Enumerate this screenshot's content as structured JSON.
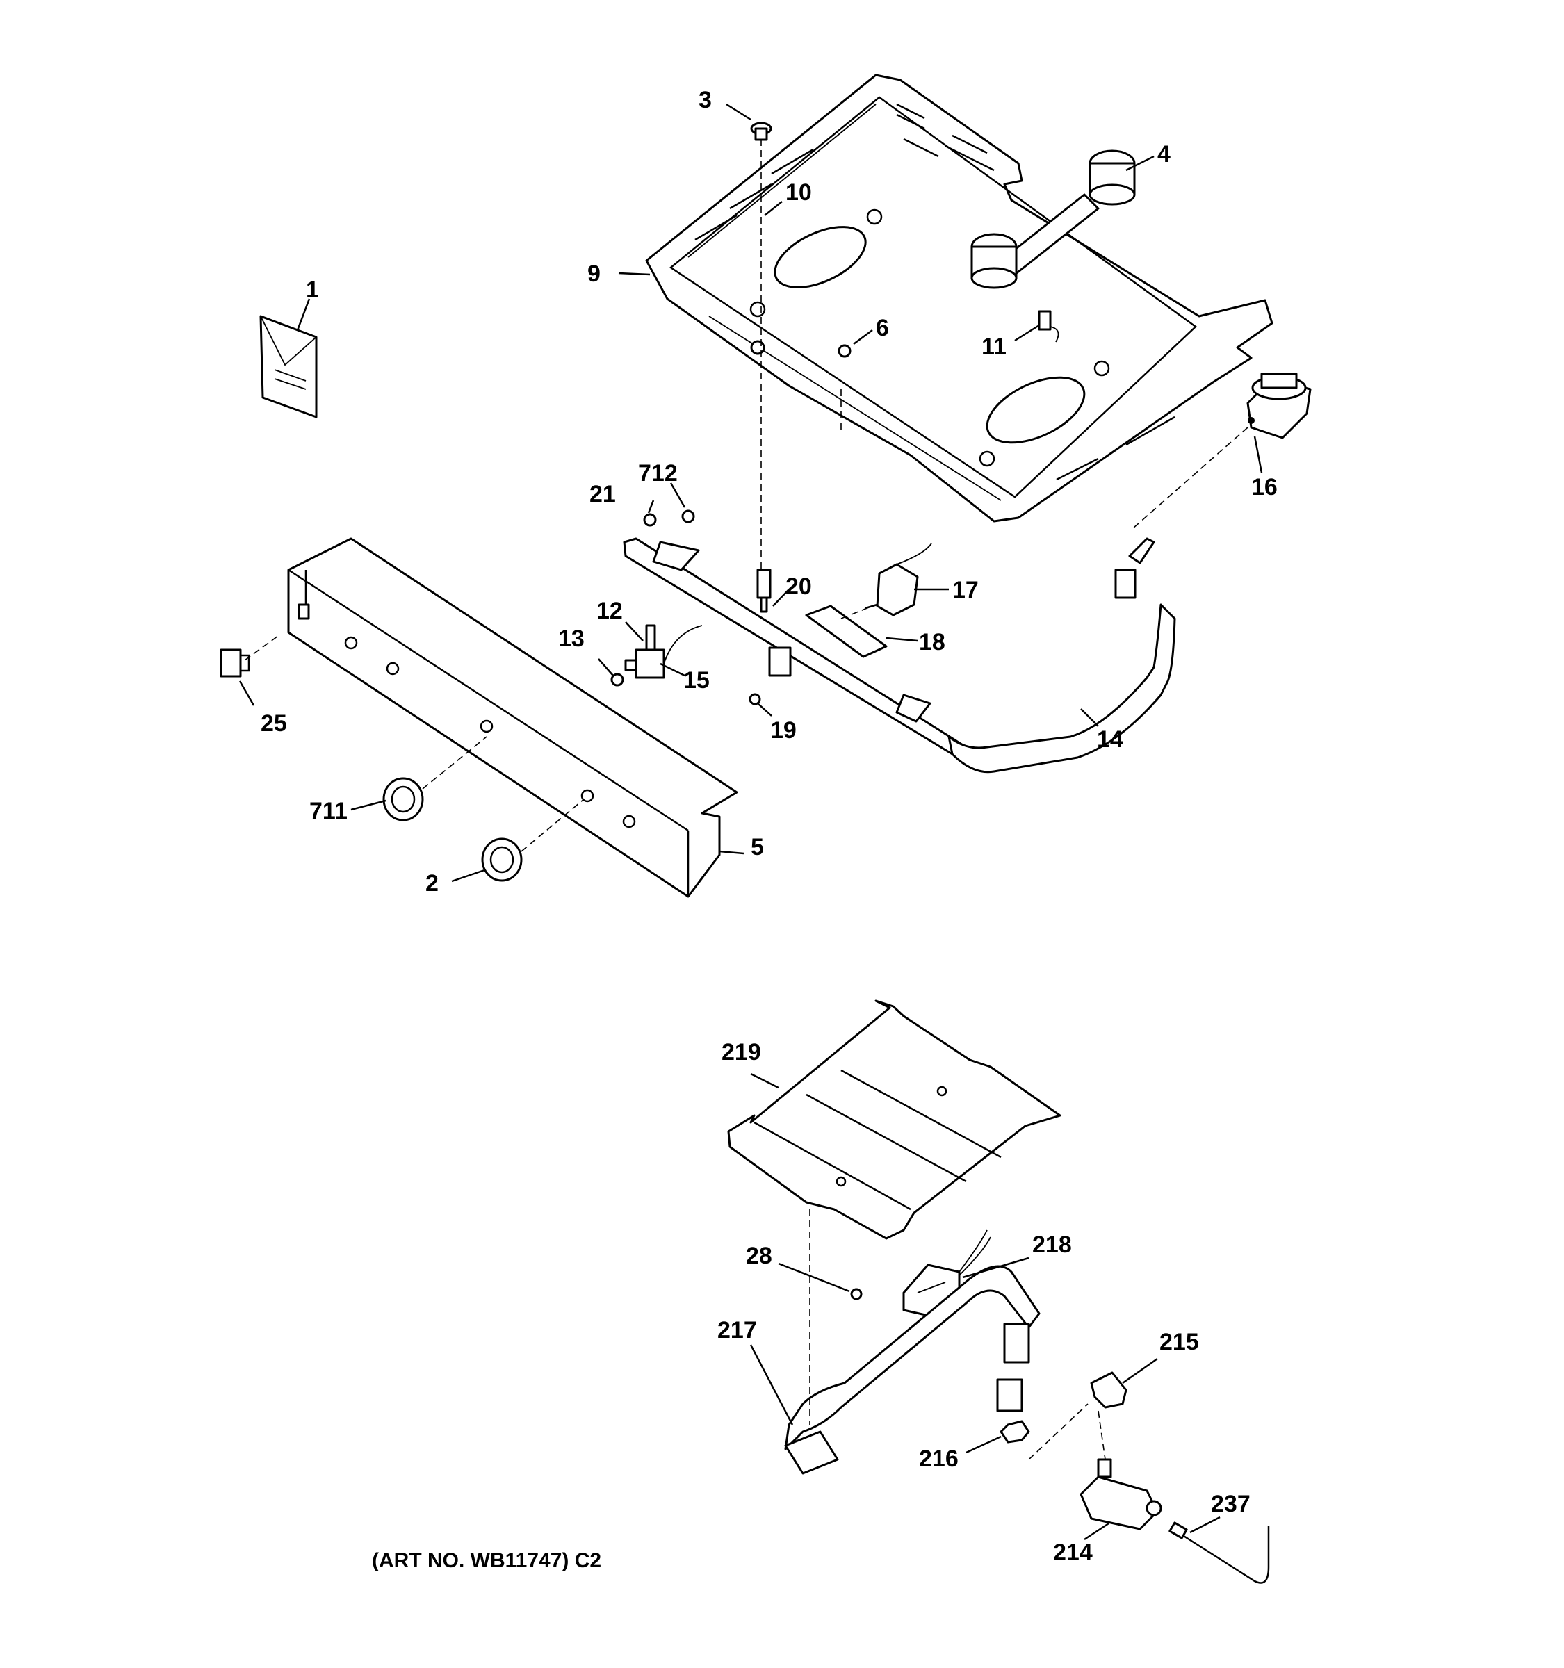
{
  "callouts": {
    "c1": "1",
    "c2": "2",
    "c3": "3",
    "c4": "4",
    "c5": "5",
    "c6": "6",
    "c9": "9",
    "c10": "10",
    "c11": "11",
    "c12": "12",
    "c13": "13",
    "c14": "14",
    "c15": "15",
    "c16": "16",
    "c17": "17",
    "c18": "18",
    "c19": "19",
    "c20": "20",
    "c21": "21",
    "c25": "25",
    "c28": "28",
    "c214": "214",
    "c215": "215",
    "c216": "216",
    "c217": "217",
    "c218": "218",
    "c219": "219",
    "c237": "237",
    "c711": "711",
    "c712": "712"
  },
  "caption": "(ART NO. WB11747) C2"
}
